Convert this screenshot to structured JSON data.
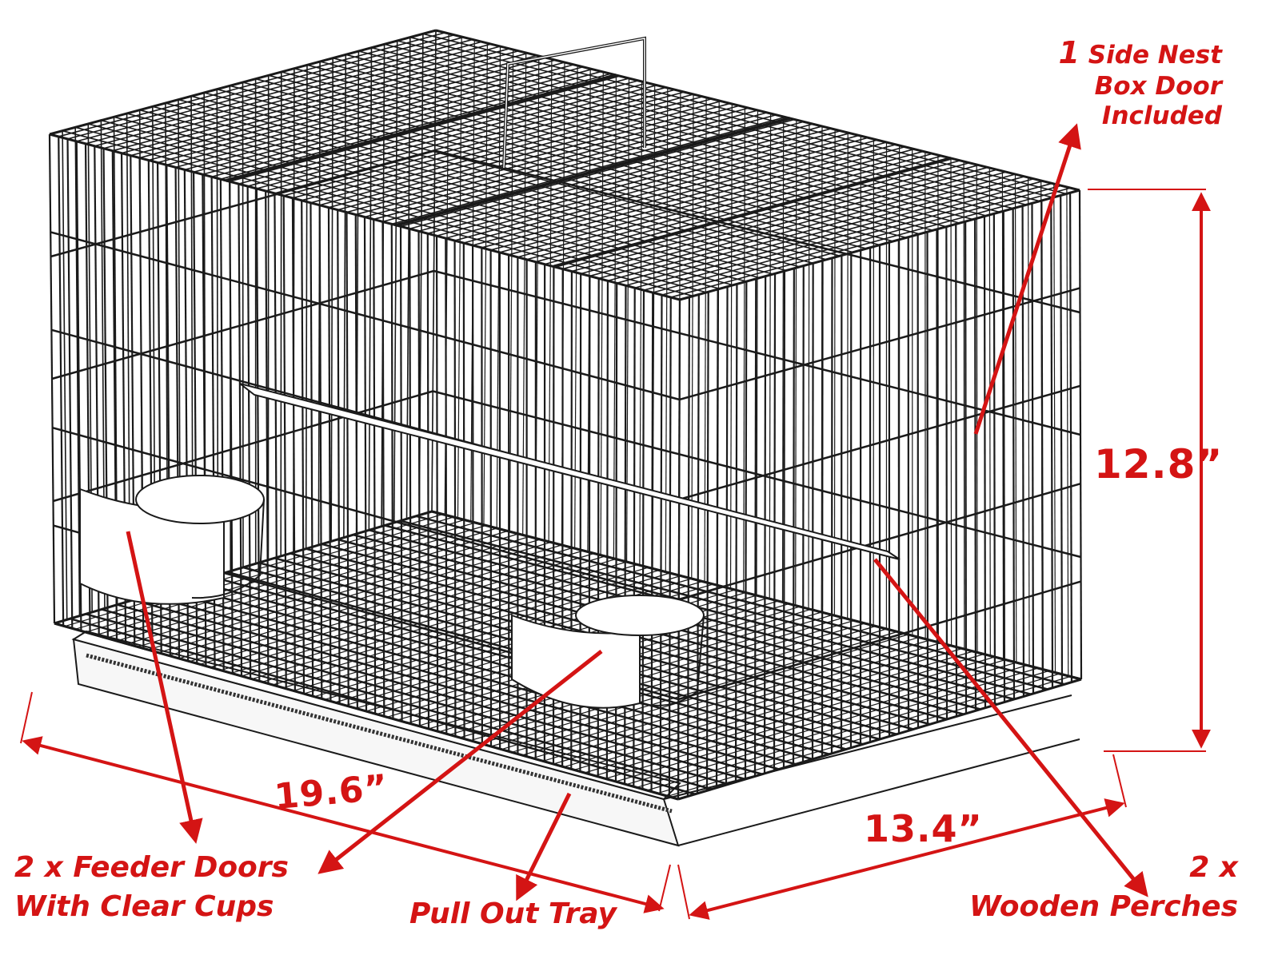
{
  "colors": {
    "annotation": "#d41414",
    "wire": "#1a1a1a",
    "background": "#ffffff"
  },
  "labels": {
    "nest_box": {
      "number": "1",
      "line1_rest": "Side Nest",
      "line2": "Box Door",
      "line3": "Included"
    },
    "feeder_doors": {
      "line1": "2 x Feeder Doors",
      "line2": "With Clear Cups"
    },
    "tray": "Pull Out Tray",
    "perches": {
      "line1": "2 x",
      "line2": "Wooden Perches"
    }
  },
  "dimensions": {
    "height": "12.8”",
    "length": "19.6”",
    "width": "13.4”"
  },
  "icons": {
    "cage": "bird-cage-line-drawing"
  }
}
